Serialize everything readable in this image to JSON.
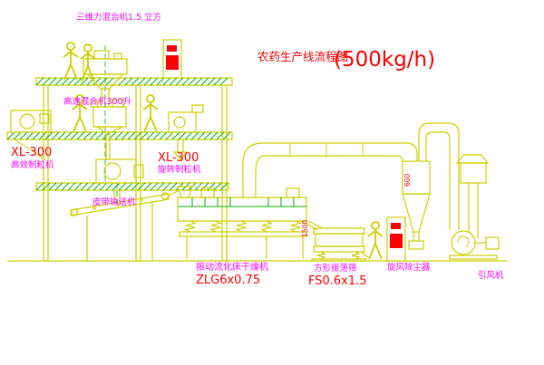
{
  "title": {
    "name": "农药生产线流程图",
    "capacity": "(500kg/h)"
  },
  "equipment_labels": {
    "top_mixer": "三维力混合机1.5 立方",
    "high_speed_mixer": "高速混合机300升",
    "granulator_left_model": "XL-300",
    "granulator_left_name": "高效制粒机",
    "granulator_rotary_model": "XL-300",
    "granulator_rotary_name": "旋转制粒机",
    "belt_conveyor": "皮带输送机",
    "fluid_bed_name": "振动流化床干燥机",
    "fluid_bed_model": "ZLG6x0.75",
    "sieve_name": "方形振荡筛",
    "sieve_model": "FS0.6x1.5",
    "cyclone_name": "旋风除尘器",
    "fan_name": "引风机"
  },
  "dimension_labels": {
    "cyclone_diameter": "600",
    "sieve_inlet": "1500"
  },
  "colors": {
    "line_yellow": "#cfcf00",
    "line_green": "#00b300",
    "label_magenta": "#ff00ff",
    "label_red": "#ff0000",
    "background": "#ffffff"
  }
}
